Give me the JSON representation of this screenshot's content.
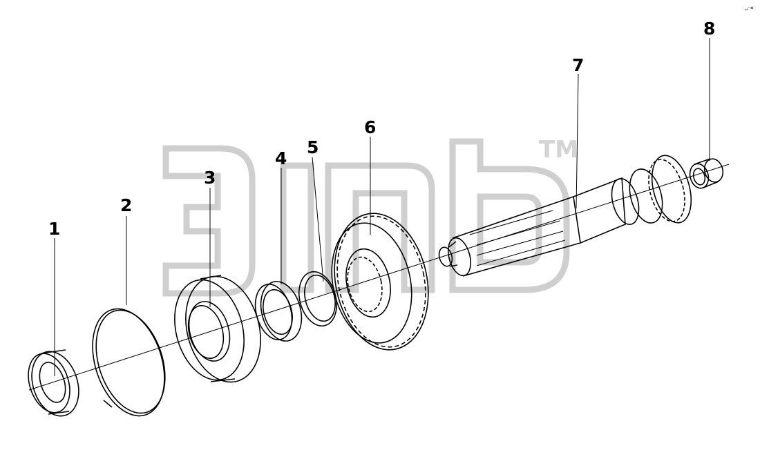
{
  "watermark": {
    "trademark": "TM",
    "color": "#d0d0d0"
  },
  "corner_mark": "„·«",
  "parts": [
    {
      "id": "part-1",
      "label": "1"
    },
    {
      "id": "part-2",
      "label": "2"
    },
    {
      "id": "part-3",
      "label": "3"
    },
    {
      "id": "part-4",
      "label": "4"
    },
    {
      "id": "part-5",
      "label": "5"
    },
    {
      "id": "part-6",
      "label": "6"
    },
    {
      "id": "part-7",
      "label": "7"
    },
    {
      "id": "part-8",
      "label": "8"
    }
  ]
}
